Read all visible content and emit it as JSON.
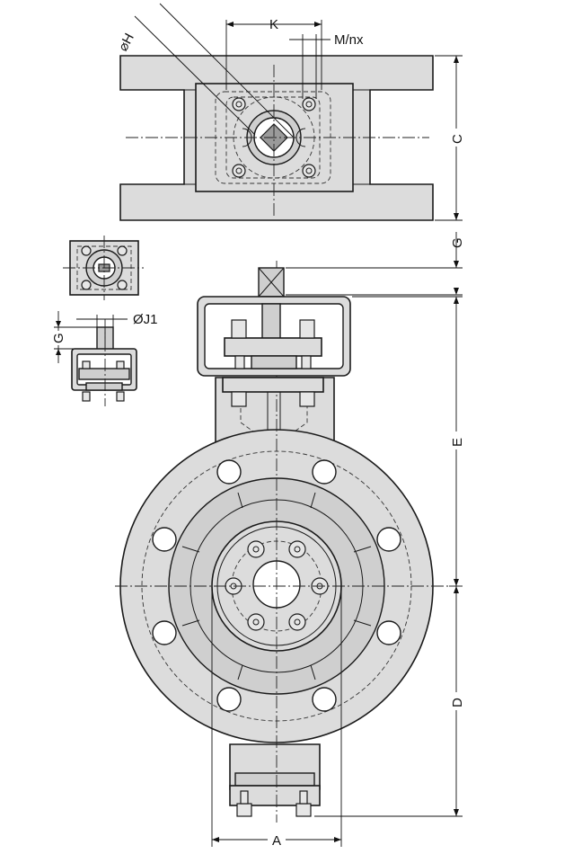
{
  "labels": {
    "K": "K",
    "M_nx": "M/nx",
    "H": "⌀H",
    "C": "C",
    "G_top": "G",
    "E": "E",
    "D": "D",
    "A": "A",
    "J1": "ØJ1",
    "G_side": "G"
  }
}
